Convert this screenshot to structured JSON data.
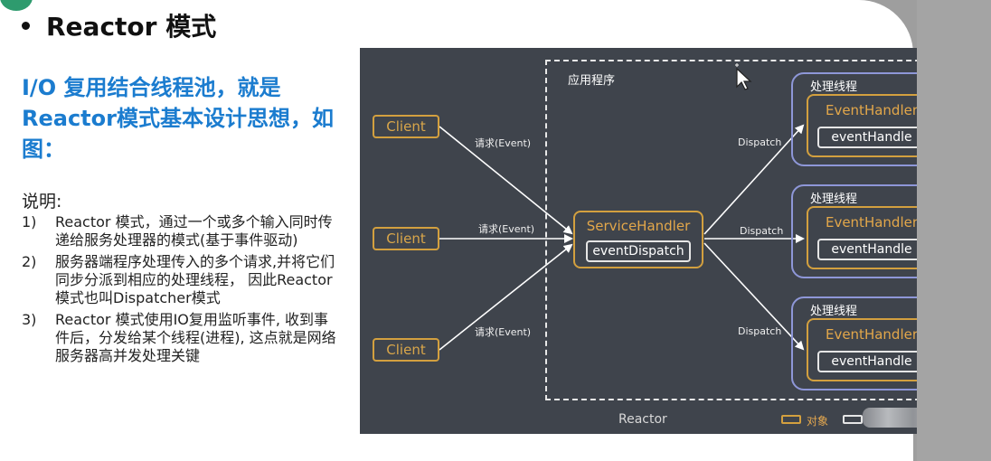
{
  "slide": {
    "title": "Reactor 模式",
    "subtitle": "I/O 复用结合线程池，就是 Reactor模式基本设计思想，如图：",
    "desc_heading": "说明:",
    "notes": [
      {
        "num": "1)",
        "text": "Reactor 模式，通过一个或多个输入同时传递给服务处理器的模式(基于事件驱动)"
      },
      {
        "num": "2)",
        "text": "服务器端程序处理传入的多个请求,并将它们同步分派到相应的处理线程， 因此Reactor模式也叫Dispatcher模式"
      },
      {
        "num": "3)",
        "text": "Reactor 模式使用IO复用监听事件, 收到事件后，分发给某个线程(进程), 这点就是网络服务器高并发处理关键"
      }
    ]
  },
  "diagram": {
    "app_label": "应用程序",
    "clients": [
      "Client",
      "Client",
      "Client"
    ],
    "request_labels": [
      "请求(Event)",
      "请求(Event)",
      "请求(Event)"
    ],
    "service_handler": "ServiceHandler",
    "event_dispatch": "eventDispatch",
    "dispatch_labels": [
      "Dispatch",
      "Dispatch",
      "Dispatch"
    ],
    "threads": [
      {
        "label": "处理线程",
        "handler": "EventHandler",
        "method": "eventHandle"
      },
      {
        "label": "处理线程",
        "handler": "EventHandler",
        "method": "eventHandle"
      },
      {
        "label": "处理线程",
        "handler": "EventHandler",
        "method": "eventHandle"
      }
    ],
    "reactor_label": "Reactor",
    "legend_object": "对象",
    "colors": {
      "background": "#3f444c",
      "object_border": "#d3a03f",
      "thread_border": "#8e97d8",
      "arrow": "#ffffff"
    }
  }
}
